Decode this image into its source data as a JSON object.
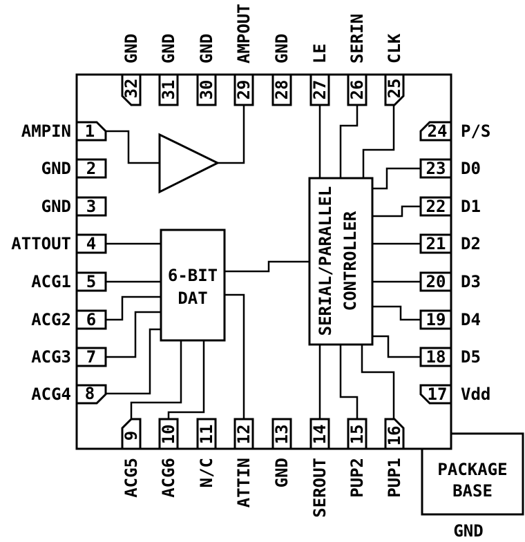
{
  "chip": {
    "pins": {
      "left": [
        {
          "num": "1",
          "label": "AMPIN"
        },
        {
          "num": "2",
          "label": "GND"
        },
        {
          "num": "3",
          "label": "GND"
        },
        {
          "num": "4",
          "label": "ATTOUT"
        },
        {
          "num": "5",
          "label": "ACG1"
        },
        {
          "num": "6",
          "label": "ACG2"
        },
        {
          "num": "7",
          "label": "ACG3"
        },
        {
          "num": "8",
          "label": "ACG4"
        }
      ],
      "top": [
        {
          "num": "32",
          "label": "GND"
        },
        {
          "num": "31",
          "label": "GND"
        },
        {
          "num": "30",
          "label": "GND"
        },
        {
          "num": "29",
          "label": "AMPOUT"
        },
        {
          "num": "28",
          "label": "GND"
        },
        {
          "num": "27",
          "label": "LE"
        },
        {
          "num": "26",
          "label": "SERIN"
        },
        {
          "num": "25",
          "label": "CLK"
        }
      ],
      "right": [
        {
          "num": "24",
          "label": "P/S"
        },
        {
          "num": "23",
          "label": "D0"
        },
        {
          "num": "22",
          "label": "D1"
        },
        {
          "num": "21",
          "label": "D2"
        },
        {
          "num": "20",
          "label": "D3"
        },
        {
          "num": "19",
          "label": "D4"
        },
        {
          "num": "18",
          "label": "D5"
        },
        {
          "num": "17",
          "label": "Vdd"
        }
      ],
      "bottom": [
        {
          "num": "9",
          "label": "ACG5"
        },
        {
          "num": "10",
          "label": "ACG6"
        },
        {
          "num": "11",
          "label": "N/C"
        },
        {
          "num": "12",
          "label": "ATTIN"
        },
        {
          "num": "13",
          "label": "GND"
        },
        {
          "num": "14",
          "label": "SEROUT"
        },
        {
          "num": "15",
          "label": "PUP2"
        },
        {
          "num": "16",
          "label": "PUP1"
        }
      ]
    },
    "blocks": {
      "dat": {
        "line1": "6-BIT",
        "line2": "DAT"
      },
      "controller": {
        "line1": "SERIAL/PARALLEL",
        "line2": "CONTROLLER"
      },
      "package_base": {
        "line1": "PACKAGE",
        "line2": "BASE",
        "ground_label": "GND"
      }
    },
    "colors": {
      "line": "#000000",
      "background": "#ffffff"
    }
  }
}
